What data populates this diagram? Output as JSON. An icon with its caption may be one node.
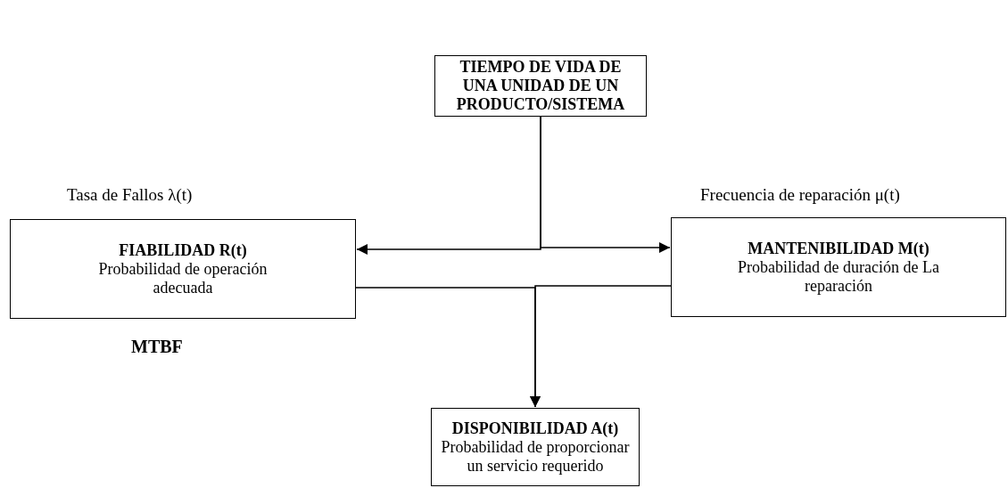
{
  "diagram": {
    "nodes": [
      {
        "text": [
          "TIEMPO DE VIDA DE UNA UNIDAD DE UN PRODUCTO/SISTEMA"
        ]
      },
      {
        "text": [
          "FIABILIDAD R(t)",
          "Probabilidad de operación adecuada"
        ],
        "beside": [
          "Tasa de Fallos λ(t)",
          "MTBF"
        ]
      },
      {
        "text": [
          "MANTENIBILIDAD M(t)",
          "Probabilidad de duración de La reparación"
        ],
        "beside": [
          "Frecuencia de reparación μ(t)"
        ]
      },
      {
        "text": [
          "DISPONIBILIDAD A(t)",
          "Probabilidad de proporcionar un servicio requerido"
        ]
      }
    ],
    "edges": [
      {
        "from": 0,
        "to": 1,
        "arrow": "to"
      },
      {
        "from": 0,
        "to": 2,
        "arrow": "to"
      },
      {
        "from": 1,
        "to": 3,
        "arrow": "to"
      },
      {
        "from": 2,
        "to": 3,
        "arrow": "to"
      }
    ]
  }
}
